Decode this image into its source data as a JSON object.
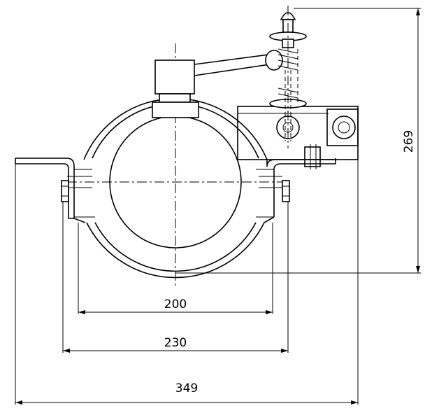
{
  "dimensions": {
    "width_200": "200",
    "width_230": "230",
    "width_349": "349",
    "height_269": "269"
  }
}
